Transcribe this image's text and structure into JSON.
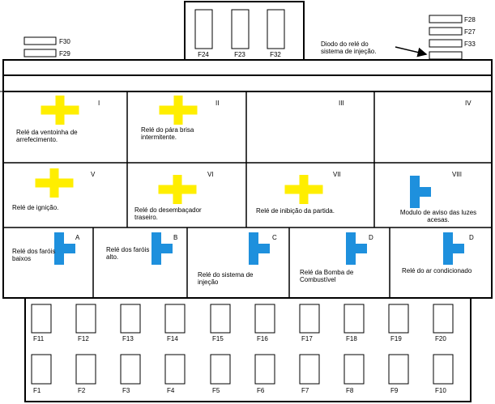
{
  "top_fuses": [
    "F24",
    "F23",
    "F32"
  ],
  "left_fuses": [
    "F30",
    "F29"
  ],
  "right_fuses": [
    "F28",
    "F27",
    "F33"
  ],
  "diode_label": [
    "Diodo do relé do",
    "sistema de injeção."
  ],
  "colors": {
    "cross_relay": "#FFEE00",
    "t_relay": "#1E90DD",
    "line": "#000000"
  },
  "row1": [
    {
      "numeral": "I",
      "shape": "cross",
      "label": [
        "Relé da ventoinha de",
        "arrefecimento."
      ]
    },
    {
      "numeral": "II",
      "shape": "cross",
      "label": [
        "Relé do pára brisa",
        "intermitente."
      ]
    },
    {
      "numeral": "III",
      "shape": "none",
      "label": []
    },
    {
      "numeral": "IV",
      "shape": "none",
      "label": []
    }
  ],
  "row2": [
    {
      "numeral": "V",
      "shape": "cross",
      "label": [
        "Relé de ignição."
      ]
    },
    {
      "numeral": "VI",
      "shape": "cross",
      "label": [
        "Relé do desembaçador",
        "traseiro."
      ]
    },
    {
      "numeral": "VII",
      "shape": "cross",
      "label": [
        "Relé de inibição da partida."
      ]
    },
    {
      "numeral": "VIII",
      "shape": "t",
      "label": [
        "Modulo  de aviso das luzes",
        "acesas."
      ]
    }
  ],
  "row3": [
    {
      "letter": "A",
      "shape": "t",
      "label": [
        "Relé dos faróis",
        "baixos"
      ]
    },
    {
      "letter": "B",
      "shape": "t",
      "label": [
        "Relé dos faróis",
        "alto."
      ]
    },
    {
      "letter": "C",
      "shape": "t",
      "label": [
        "Relé do sistema de",
        "injeção"
      ]
    },
    {
      "letter": "D",
      "shape": "t",
      "label": [
        "Relé da Bomba de",
        "Combustível"
      ]
    },
    {
      "letter": "D",
      "shape": "t",
      "label": [
        "Relé do ar condicionado"
      ]
    }
  ],
  "bottom_fuses_row1": [
    "F11",
    "F12",
    "F13",
    "F14",
    "F15",
    "F16",
    "F17",
    "F18",
    "F19",
    "F20"
  ],
  "bottom_fuses_row2": [
    "F1",
    "F2",
    "F3",
    "F4",
    "F5",
    "F6",
    "F7",
    "F8",
    "F9",
    "F10"
  ]
}
